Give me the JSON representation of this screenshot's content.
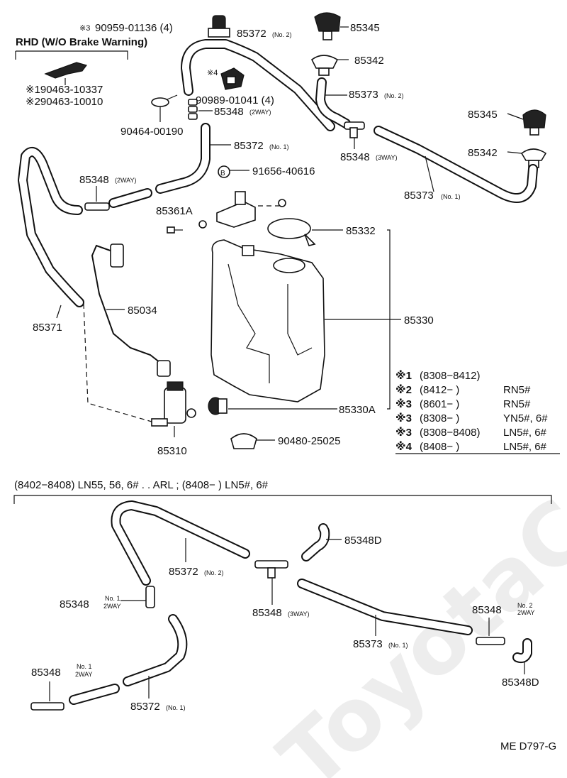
{
  "watermark": "ToyotaCarMine.ru",
  "header_note": "RHD (W/O Brake Warning)",
  "upper_labels": {
    "p90959": "90959-01136 (4)",
    "p90959_mark": "※3",
    "p85372_no2": "85372",
    "p85372_no2_sub": "(No. 2)",
    "p85345_a": "85345",
    "p85342_a": "85342",
    "p85373_no2": "85373",
    "p85373_no2_sub": "(No. 2)",
    "p90989_mark": "※4",
    "p90989": "90989-01041 (4)",
    "p85348_2way_a": "85348",
    "p85348_2way_a_sub": "(2WAY)",
    "p190463": "※190463-10337",
    "p290463": "※290463-10010",
    "p90464": "90464-00190",
    "p85372_no1": "85372",
    "p85372_no1_sub": "(No. 1)",
    "p85345_b": "85345",
    "p85342_b": "85342",
    "p85348_3way": "85348",
    "p85348_3way_sub": "(3WAY)",
    "p91656": "91656-40616",
    "p85348_2way_b": "85348",
    "p85348_2way_b_sub": "(2WAY)",
    "p85373_no1": "85373",
    "p85373_no1_sub": "(No. 1)",
    "p85361A": "85361A",
    "p85332": "85332",
    "p85034": "85034",
    "p85371": "85371",
    "p85330": "85330",
    "p85330A": "85330A",
    "p85310": "85310",
    "p90480": "90480-25025"
  },
  "notes": [
    {
      "mark": "※1",
      "range": "(8308−8412)",
      "models": ""
    },
    {
      "mark": "※2",
      "range": "(8412−          )",
      "models": "RN5#"
    },
    {
      "mark": "※3",
      "range": "(8601−          )",
      "models": "RN5#"
    },
    {
      "mark": "※3",
      "range": "(8308−          )",
      "models": "YN5#, 6#"
    },
    {
      "mark": "※3",
      "range": "(8308−8408)",
      "models": "LN5#, 6#"
    },
    {
      "mark": "※4",
      "range": "(8408−          )",
      "models": "LN5#, 6#"
    }
  ],
  "lower_section": {
    "title": "(8402−8408) LN55, 56, 6# . . ARL ; (8408−          ) LN5#, 6#",
    "p85348D_a": "85348D",
    "p85372_no2": "85372",
    "p85372_no2_sub": "(No. 2)",
    "p85348_no1_a": "85348",
    "p85348_no1_a_sub1": "No. 1",
    "p85348_no1_a_sub2": "2WAY",
    "p85348_3way": "85348",
    "p85348_3way_sub": "(3WAY)",
    "p85348_no2": "85348",
    "p85348_no2_sub1": "No. 2",
    "p85348_no2_sub2": "2WAY",
    "p85373_no1": "85373",
    "p85373_no1_sub": "(No. 1)",
    "p85348_no1_b": "85348",
    "p85348_no1_b_sub1": "No. 1",
    "p85348_no1_b_sub2": "2WAY",
    "p85372_no1": "85372",
    "p85372_no1_sub": "(No. 1)",
    "p85348D_b": "85348D"
  },
  "footer_code": "ME D797-G"
}
